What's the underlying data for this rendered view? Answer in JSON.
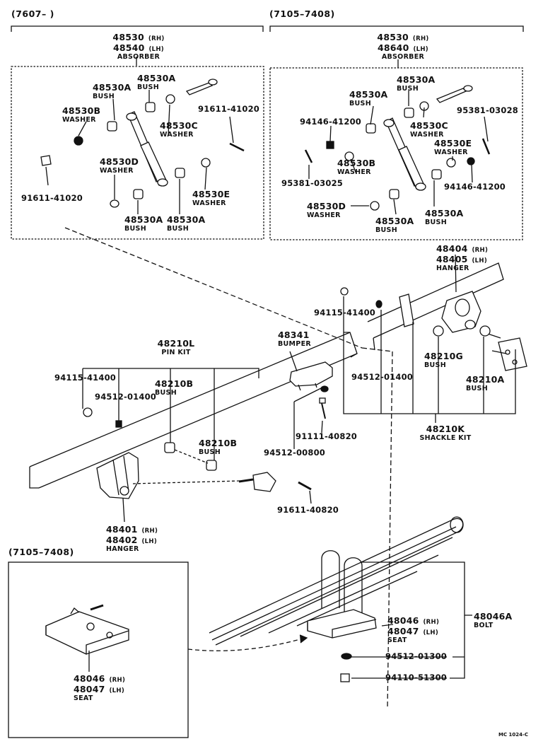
{
  "headers": {
    "left_range": "(7607–      )",
    "right_range": "(7105–7408)",
    "inset_range": "(7105–7408)"
  },
  "absorber_left": {
    "pn_rh": "48530",
    "side_rh": "(RH)",
    "pn_lh": "48540",
    "side_lh": "(LH)",
    "desc": "ABSORBER",
    "parts": {
      "p48530A_top": {
        "pn": "48530A",
        "desc": "BUSH"
      },
      "p48530A_left": {
        "pn": "48530A",
        "desc": "BUSH"
      },
      "p48530B": {
        "pn": "48530B",
        "desc": "WASHER"
      },
      "p48530C": {
        "pn": "48530C",
        "desc": "WASHER"
      },
      "p91611_top": {
        "pn": "91611-41020"
      },
      "p48530D": {
        "pn": "48530D",
        "desc": "WASHER"
      },
      "p91611_left": {
        "pn": "91611-41020"
      },
      "p48530E": {
        "pn": "48530E",
        "desc": "WASHER"
      },
      "p48530A_bot1": {
        "pn": "48530A",
        "desc": "BUSH"
      },
      "p48530A_bot2": {
        "pn": "48530A",
        "desc": "BUSH"
      }
    }
  },
  "absorber_right": {
    "pn_rh": "48530",
    "side_rh": "(RH)",
    "pn_lh": "48640",
    "side_lh": "(LH)",
    "desc": "ABSORBER",
    "parts": {
      "p48530A_top": {
        "pn": "48530A",
        "desc": "BUSH"
      },
      "p48530A_left": {
        "pn": "48530A",
        "desc": "BUSH"
      },
      "p94146_top": {
        "pn": "94146-41200"
      },
      "p48530C": {
        "pn": "48530C",
        "desc": "WASHER"
      },
      "p95381_top": {
        "pn": "95381-03028"
      },
      "p48530E": {
        "pn": "48530E",
        "desc": "WASHER"
      },
      "p48530B": {
        "pn": "48530B",
        "desc": "WASHER"
      },
      "p95381_left": {
        "pn": "95381-03025"
      },
      "p94146_bot": {
        "pn": "94146-41200"
      },
      "p48530D": {
        "pn": "48530D",
        "desc": "WASHER"
      },
      "p48530A_bot1": {
        "pn": "48530A",
        "desc": "BUSH"
      },
      "p48530A_bot2": {
        "pn": "48530A",
        "desc": "BUSH"
      }
    }
  },
  "main": {
    "hanger_rear": {
      "pn_rh": "48404",
      "side_rh": "(RH)",
      "pn_lh": "48405",
      "side_lh": "(LH)",
      "desc": "HANGER"
    },
    "p94115_right": {
      "pn": "94115-41400"
    },
    "p48341": {
      "pn": "48341",
      "desc": "BUMPER"
    },
    "p48210G": {
      "pn": "48210G",
      "desc": "BUSH"
    },
    "p48210A": {
      "pn": "48210A",
      "desc": "BUSH"
    },
    "p94512_right": {
      "pn": "94512-01400"
    },
    "p48210L": {
      "pn": "48210L",
      "desc": "PIN KIT"
    },
    "p94115_left": {
      "pn": "94115-41400"
    },
    "p94512_left": {
      "pn": "94512-01400"
    },
    "p48210B_1": {
      "pn": "48210B",
      "desc": "BUSH"
    },
    "p48210B_2": {
      "pn": "48210B",
      "desc": "BUSH"
    },
    "p91111": {
      "pn": "91111-40820"
    },
    "p94512_00800": {
      "pn": "94512-00800"
    },
    "p48210K": {
      "pn": "48210K",
      "desc": "SHACKLE KIT"
    },
    "p91611_40820": {
      "pn": "91611-40820"
    },
    "hanger_front": {
      "pn_rh": "48401",
      "side_rh": "(RH)",
      "pn_lh": "48402",
      "side_lh": "(LH)",
      "desc": "HANGER"
    },
    "seat": {
      "pn_rh": "48046",
      "side_rh": "(RH)",
      "pn_lh": "48047",
      "side_lh": "(LH)",
      "desc": "SEAT"
    },
    "bolt": {
      "pn": "48046A",
      "desc": "BOLT"
    },
    "p94512_01300": {
      "pn": "94512-01300"
    },
    "p94110": {
      "pn": "94110-51300"
    }
  },
  "inset_seat": {
    "pn_rh": "48046",
    "side_rh": "(RH)",
    "pn_lh": "48047",
    "side_lh": "(LH)",
    "desc": "SEAT"
  },
  "footer_code": "MC 1024-C"
}
